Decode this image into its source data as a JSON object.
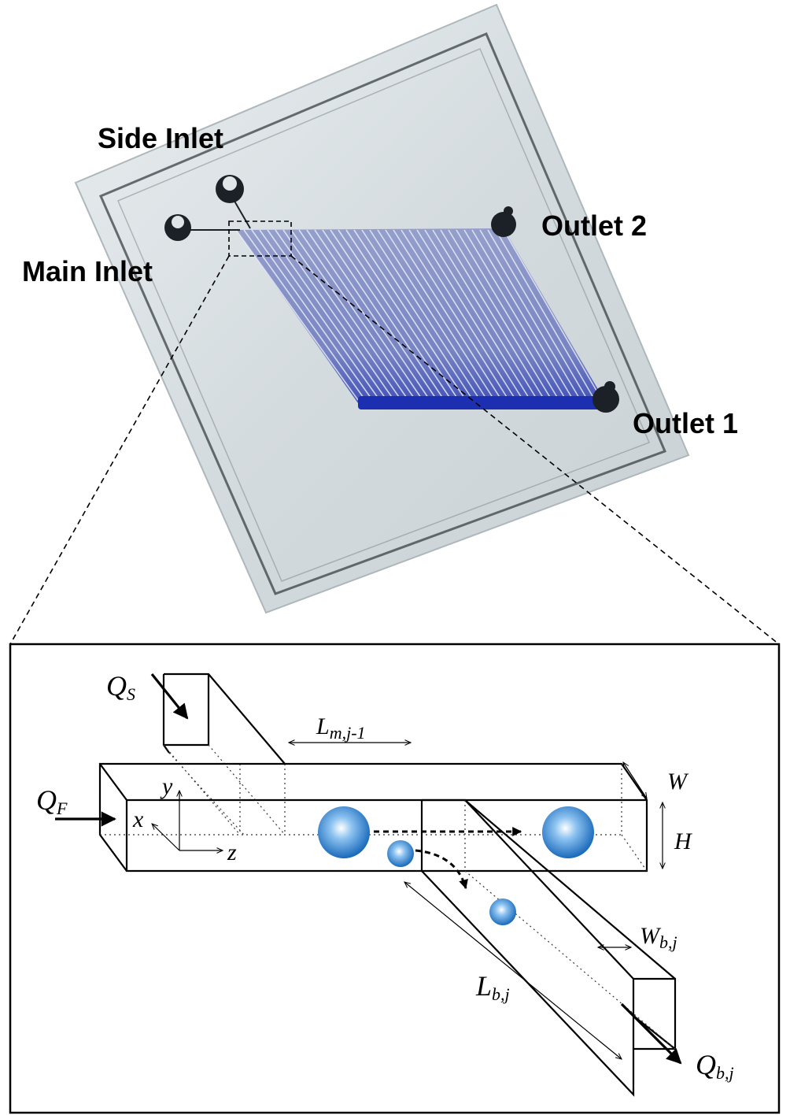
{
  "photo": {
    "labels": {
      "side_inlet": "Side Inlet",
      "main_inlet": "Main Inlet",
      "outlet_2": "Outlet 2",
      "outlet_1": "Outlet 1"
    },
    "colors": {
      "chip_body": "#d3dadd",
      "channel_blue": "#1c2fb0",
      "port_dark": "#1b2126"
    }
  },
  "schematic": {
    "flows": {
      "q_side": {
        "symbol": "Q",
        "sub": "S"
      },
      "q_feed": {
        "symbol": "Q",
        "sub": "F"
      },
      "q_branch": {
        "symbol": "Q",
        "sub": "b,j"
      }
    },
    "dimensions": {
      "main_segment_length": {
        "symbol": "L",
        "sub": "m,j-1"
      },
      "branch_length": {
        "symbol": "L",
        "sub": "b,j"
      },
      "branch_width": {
        "symbol": "W",
        "sub": "b,j"
      },
      "width": "W",
      "height": "H"
    },
    "axes": {
      "x": "x",
      "y": "y",
      "z": "z"
    },
    "colors": {
      "particle": "#1a73c9",
      "particle_highlight": "#e6f2ff"
    }
  }
}
